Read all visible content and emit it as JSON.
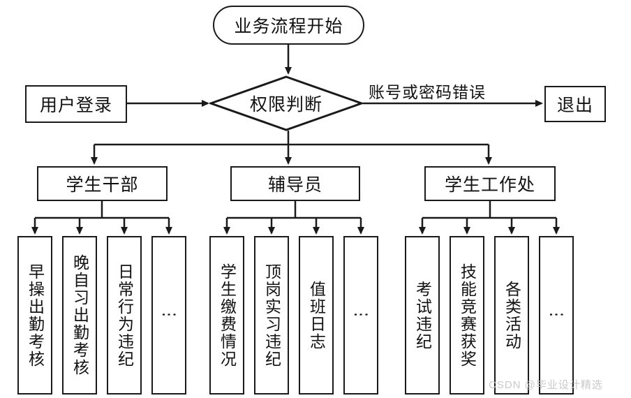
{
  "diagram": {
    "type": "flowchart",
    "title": "业务流程开始",
    "start_node": {
      "label": "业务流程开始"
    },
    "login_node": {
      "label": "用户登录"
    },
    "decision_node": {
      "label": "权限判断"
    },
    "exit_node": {
      "label": "退出"
    },
    "edges": [
      {
        "label": "账号或密码错误"
      }
    ],
    "roles": [
      {
        "label": "学生干部"
      },
      {
        "label": "辅导员"
      },
      {
        "label": "学生工作处"
      }
    ],
    "groups": [
      {
        "role": "学生干部",
        "items": [
          {
            "label": "早操出勤考核"
          },
          {
            "label": "晚自习出勤考核"
          },
          {
            "label": "日常行为违纪"
          },
          {
            "label": "⋮"
          }
        ]
      },
      {
        "role": "辅导员",
        "items": [
          {
            "label": "学生缴费情况"
          },
          {
            "label": "顶岗实习违纪"
          },
          {
            "label": "值班日志"
          },
          {
            "label": "⋮"
          }
        ]
      },
      {
        "role": "学生工作处",
        "items": [
          {
            "label": "考试违纪"
          },
          {
            "label": "技能竞赛获奖"
          },
          {
            "label": "各类活动"
          },
          {
            "label": "⋮"
          }
        ]
      }
    ],
    "watermark": "CSDN @毕业设计精选",
    "colors": {
      "stroke": "#1a1a1a",
      "text": "#111111",
      "background": "#ffffff",
      "watermark": "#c9c9c9"
    }
  }
}
